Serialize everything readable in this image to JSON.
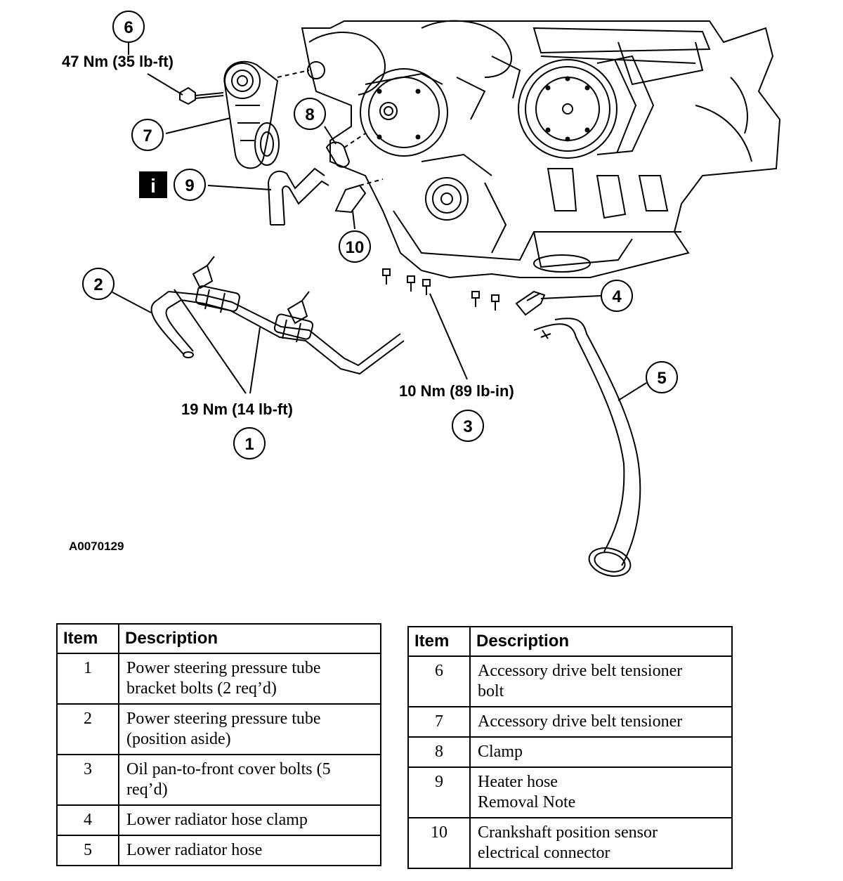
{
  "diagram": {
    "figure_id": "A0070129",
    "callouts": [
      "1",
      "2",
      "3",
      "4",
      "5",
      "6",
      "7",
      "8",
      "9",
      "10"
    ],
    "torque_specs": {
      "item1": "19 Nm (14 lb-ft)",
      "item3": "10 Nm (89 lb-in)",
      "item6": "47 Nm (35 lb-ft)"
    },
    "info_badge": "i"
  },
  "legend_left": {
    "headers": [
      "Item",
      "Description"
    ],
    "rows": [
      {
        "item": "1",
        "lines": [
          "Power steering pressure tube",
          "bracket bolts (2 req’d)"
        ]
      },
      {
        "item": "2",
        "lines": [
          "Power steering pressure tube",
          "(position aside)"
        ]
      },
      {
        "item": "3",
        "lines": [
          "Oil pan-to-front cover bolts (5",
          "req’d)"
        ]
      },
      {
        "item": "4",
        "lines": [
          "Lower radiator hose clamp"
        ]
      },
      {
        "item": "5",
        "lines": [
          "Lower radiator hose"
        ]
      }
    ]
  },
  "legend_right": {
    "headers": [
      "Item",
      "Description"
    ],
    "rows": [
      {
        "item": "6",
        "lines": [
          "Accessory drive belt tensioner",
          "bolt"
        ]
      },
      {
        "item": "7",
        "lines": [
          "Accessory drive belt tensioner"
        ]
      },
      {
        "item": "8",
        "lines": [
          "Clamp"
        ]
      },
      {
        "item": "9",
        "lines": [
          "Heater hose",
          "Removal Note"
        ]
      },
      {
        "item": "10",
        "lines": [
          "Crankshaft position sensor",
          "electrical connector"
        ]
      }
    ]
  }
}
